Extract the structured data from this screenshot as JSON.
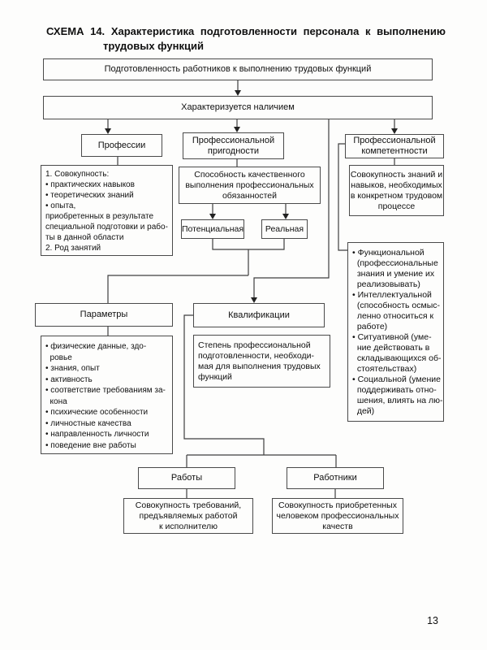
{
  "page": {
    "number": "13"
  },
  "title": {
    "label": "СХЕМА 14.",
    "line1": "Характеристика подготовленности персонала к выполнению",
    "line2": "трудовых функций"
  },
  "diagram": {
    "root": "Подготовленность работников к выполнению трудовых функций",
    "characterized": "Характеризуется наличием",
    "professions": {
      "header": "Профессии",
      "body": "1. Совокупность:\n• практических навыков\n• теоретических знаний\n• опыта,\nприобретенных в результате\nспециальной подготовки и рабо-\nты в данной области\n2. Род занятий"
    },
    "suitability": {
      "header": "Профессиональной\nпригодности",
      "body": "Способность качественного\nвыполнения профессиональных\nобязанностей",
      "potential": "Потенциальная",
      "real": "Реальная"
    },
    "competence": {
      "header": "Профессиональной\nкомпетентности",
      "body": "Совокупность знаний и\nнавыков, необходимых\nв конкретном трудовом\nпроцессе",
      "types": "• Функциональной\n  (профессиональные\n  знания и умение их\n  реализовывать)\n• Интеллектуальной\n  (способность осмыс-\n  ленно относиться к\n  работе)\n• Ситуативной (уме-\n  ние действовать в\n  складывающихся об-\n  стоятельствах)\n• Социальной (умение\n  поддерживать отно-\n  шения, влиять на лю-\n  дей)"
    },
    "parameters": {
      "header": "Параметры",
      "body": "• физические данные, здо-\n  ровье\n• знания, опыт\n• активность\n• соответствие требованиям за-\n  кона\n• психические особенности\n• личностные качества\n• направленность личности\n• поведение вне работы"
    },
    "qualifications": {
      "header": "Квалификации",
      "body": "Степень профессиональной\nподготовленности, необходи-\nмая для выполнения трудовых\nфункций"
    },
    "works": {
      "header": "Работы",
      "body": "Совокупность требований,\nпредъявляемых работой\nк исполнителю"
    },
    "workers": {
      "header": "Работники",
      "body": "Совокупность приобретенных\nчеловеком профессиональных\nкачеств"
    }
  },
  "colors": {
    "line": "#3f3f3f",
    "border": "#4a4a4a",
    "text": "#101010",
    "background": "#fdfdfc"
  }
}
